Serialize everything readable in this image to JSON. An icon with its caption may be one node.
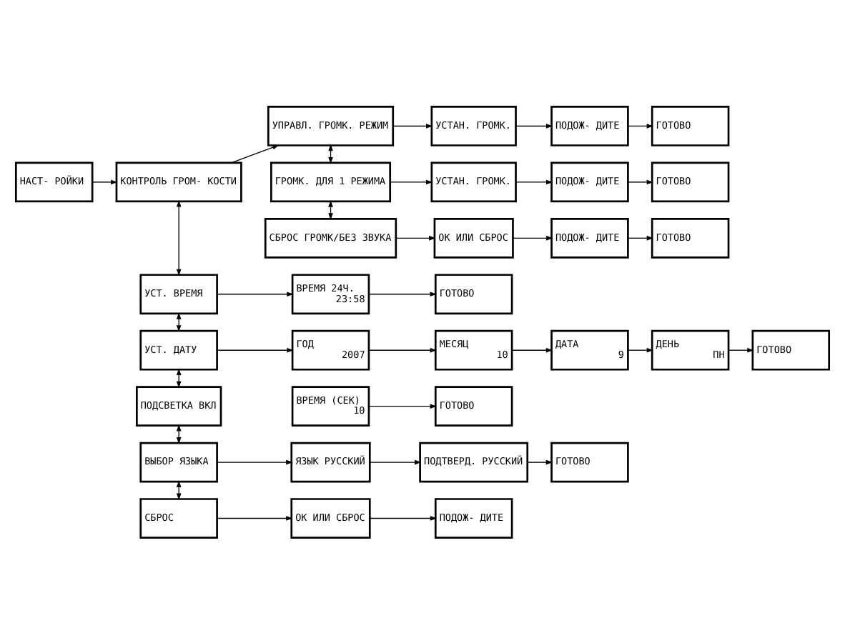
{
  "diagram": {
    "nodes": [
      {
        "text": [
          "НАСТ- РОЙКИ"
        ]
      },
      {
        "text": [
          "КОНТРОЛЬ ГРОМ- КОСТИ"
        ]
      },
      {
        "text": [
          "УПРАВЛ. ГРОМК. РЕЖИМ"
        ]
      },
      {
        "text": [
          "УСТАН. ГРОМК."
        ]
      },
      {
        "text": [
          "ПОДОЖ- ДИТЕ"
        ]
      },
      {
        "text": [
          "ГОТОВО"
        ]
      },
      {
        "text": [
          "ГРОМК. ДЛЯ 1 РЕЖИМА"
        ]
      },
      {
        "text": [
          "УСТАН. ГРОМК."
        ]
      },
      {
        "text": [
          "ПОДОЖ- ДИТЕ"
        ]
      },
      {
        "text": [
          "ГОТОВО"
        ]
      },
      {
        "text": [
          "СБРОС ГРОМК/БЕЗ ЗВУКА"
        ]
      },
      {
        "text": [
          "ОК ИЛИ СБРОС"
        ]
      },
      {
        "text": [
          "ПОДОЖ- ДИТЕ"
        ]
      },
      {
        "text": [
          "ГОТОВО"
        ]
      },
      {
        "text": [
          "УСТ. ВРЕМЯ"
        ]
      },
      {
        "text": [
          "ВРЕМЯ 24Ч.",
          "23:58"
        ]
      },
      {
        "text": [
          "ГОТОВО"
        ]
      },
      {
        "text": [
          "УСТ. ДАТУ"
        ]
      },
      {
        "text": [
          "ГОД",
          "2007"
        ]
      },
      {
        "text": [
          "МЕСЯЦ",
          "10"
        ]
      },
      {
        "text": [
          "ДАТА",
          "9"
        ]
      },
      {
        "text": [
          "ДЕНЬ",
          "ПН"
        ]
      },
      {
        "text": [
          "ГОТОВО"
        ]
      },
      {
        "text": [
          "ПОДСВЕТКА ВКЛ"
        ]
      },
      {
        "text": [
          "ВРЕМЯ (СЕК)",
          "10"
        ]
      },
      {
        "text": [
          "ГОТОВО"
        ]
      },
      {
        "text": [
          "ВЫБОР ЯЗЫКА"
        ]
      },
      {
        "text": [
          "ЯЗЫК РУССКИЙ"
        ]
      },
      {
        "text": [
          "ПОДТВЕРД. РУССКИЙ"
        ]
      },
      {
        "text": [
          "ГОТОВО"
        ]
      },
      {
        "text": [
          "СБРОС"
        ]
      },
      {
        "text": [
          "ОК ИЛИ СБРОС"
        ]
      },
      {
        "text": [
          "ПОДОЖ- ДИТЕ"
        ]
      }
    ],
    "edges": [
      {
        "from": 0,
        "to": 1,
        "arrow": "to"
      },
      {
        "from": 1,
        "to": 2,
        "arrow": "to"
      },
      {
        "from": 2,
        "to": 3,
        "arrow": "to"
      },
      {
        "from": 3,
        "to": 4,
        "arrow": "to"
      },
      {
        "from": 4,
        "to": 5,
        "arrow": "to"
      },
      {
        "from": 2,
        "to": 6,
        "arrow": "both"
      },
      {
        "from": 6,
        "to": 7,
        "arrow": "to"
      },
      {
        "from": 7,
        "to": 8,
        "arrow": "to"
      },
      {
        "from": 8,
        "to": 9,
        "arrow": "to"
      },
      {
        "from": 6,
        "to": 10,
        "arrow": "both"
      },
      {
        "from": 10,
        "to": 11,
        "arrow": "to"
      },
      {
        "from": 11,
        "to": 12,
        "arrow": "to"
      },
      {
        "from": 12,
        "to": 13,
        "arrow": "to"
      },
      {
        "from": 1,
        "to": 14,
        "arrow": "both"
      },
      {
        "from": 14,
        "to": 15,
        "arrow": "to"
      },
      {
        "from": 15,
        "to": 16,
        "arrow": "to"
      },
      {
        "from": 14,
        "to": 17,
        "arrow": "both"
      },
      {
        "from": 17,
        "to": 18,
        "arrow": "to"
      },
      {
        "from": 18,
        "to": 19,
        "arrow": "to"
      },
      {
        "from": 19,
        "to": 20,
        "arrow": "to"
      },
      {
        "from": 20,
        "to": 21,
        "arrow": "to"
      },
      {
        "from": 21,
        "to": 22,
        "arrow": "to"
      },
      {
        "from": 17,
        "to": 23,
        "arrow": "both"
      },
      {
        "from": 24,
        "to": 25,
        "arrow": "to"
      },
      {
        "from": 23,
        "to": 26,
        "arrow": "both"
      },
      {
        "from": 26,
        "to": 27,
        "arrow": "to"
      },
      {
        "from": 27,
        "to": 28,
        "arrow": "to"
      },
      {
        "from": 28,
        "to": 29,
        "arrow": "to"
      },
      {
        "from": 26,
        "to": 30,
        "arrow": "both"
      },
      {
        "from": 30,
        "to": 31,
        "arrow": "to"
      },
      {
        "from": 31,
        "to": 32,
        "arrow": "to"
      }
    ]
  }
}
